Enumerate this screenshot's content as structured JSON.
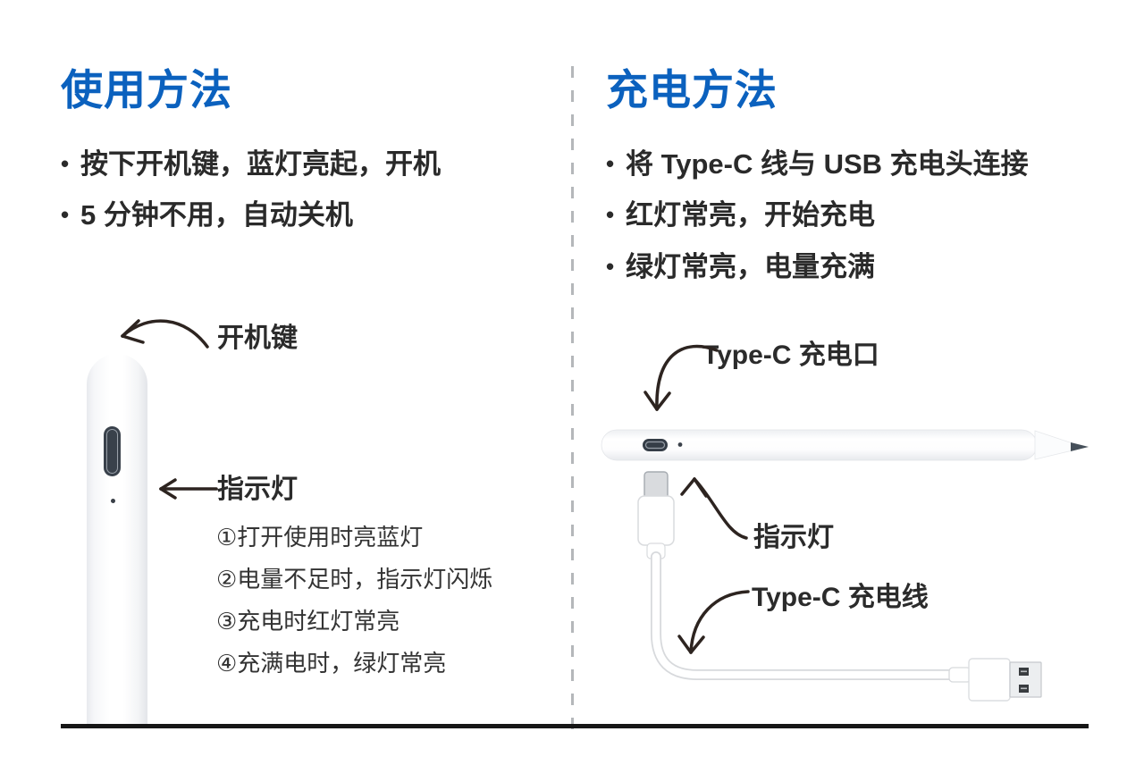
{
  "ui": {
    "bullet_char": "•"
  },
  "colors": {
    "accent_blue": "#0b61be",
    "body_text": "#2a2a2a",
    "arrow": "#2d2420",
    "divider_gray": "#b4b7ba",
    "pen_button_dark": "#39414b",
    "pen_tip_dark": "#46505a"
  },
  "usage": {
    "title": "使用方法",
    "bullets": [
      "按下开机键，蓝灯亮起，开机",
      "5 分钟不用，自动关机"
    ],
    "labels": {
      "power_button": "开机键",
      "indicator": "指示灯"
    },
    "notes": [
      "①打开使用时亮蓝灯",
      "②电量不足时，指示灯闪烁",
      "③充电时红灯常亮",
      "④充满电时，绿灯常亮"
    ]
  },
  "charging": {
    "title": "充电方法",
    "bullets": [
      "将 Type-C 线与 USB 充电头连接",
      "红灯常亮，开始充电",
      "绿灯常亮，电量充满"
    ],
    "labels": {
      "port": "Type-C 充电口",
      "indicator": "指示灯",
      "cable": "Type-C 充电线"
    }
  }
}
